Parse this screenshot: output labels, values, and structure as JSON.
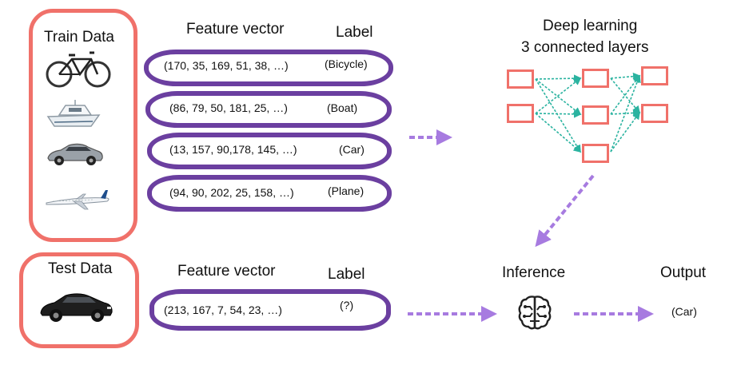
{
  "train": {
    "title": "Train Data",
    "vectors_heading": "Feature vector",
    "label_heading": "Label",
    "rows": [
      {
        "icon": "bicycle-icon",
        "vector": "(170, 35, 169, 51, 38, …)",
        "label": "(Bicycle)"
      },
      {
        "icon": "boat-icon",
        "vector": "(86, 79, 50, 181, 25, …)",
        "label": "(Boat)"
      },
      {
        "icon": "car-icon",
        "vector": "(13, 157, 90,178, 145, …)",
        "label": "(Car)"
      },
      {
        "icon": "plane-icon",
        "vector": "(94, 90, 202, 25, 158, …)",
        "label": "(Plane)"
      }
    ]
  },
  "deep_learning": {
    "title_line1": "Deep learning",
    "title_line2": "3 connected layers"
  },
  "test": {
    "title": "Test Data",
    "vectors_heading": "Feature vector",
    "label_heading": "Label",
    "icon": "car-icon",
    "vector": "(213, 167, 7, 54, 23, …)",
    "label": "(?)"
  },
  "inference": {
    "title": "Inference",
    "icon": "brain-icon"
  },
  "output": {
    "title": "Output",
    "value": "(Car)"
  },
  "colors": {
    "red": "#f0716a",
    "purple": "#6b3fa0",
    "teal": "#2bb3a0",
    "arrow": "#a77be0"
  }
}
